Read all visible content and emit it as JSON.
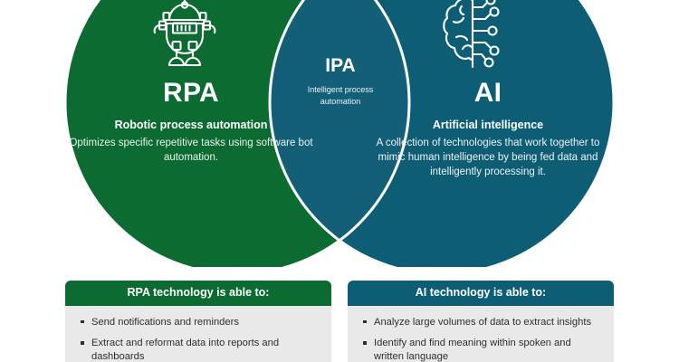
{
  "colors": {
    "rpa_green": "#0b6b31",
    "ai_teal": "#0d5e75",
    "ipa_lens": "#135f78",
    "panel_body_gray": "#e9e9e9",
    "outline_white": "#ffffff",
    "body_text": "#2e2e2e"
  },
  "venn": {
    "left": {
      "acronym": "RPA",
      "expansion": "Robotic process automation",
      "blurb": "Optimizes specific repetitive tasks using software bot automation.",
      "icon": "robot-icon"
    },
    "center": {
      "acronym": "IPA",
      "blurb": "Intelligent process automation"
    },
    "right": {
      "acronym": "AI",
      "expansion": "Artificial intelligence",
      "blurb": "A collection of technologies that work together to mimic human intelligence by being fed data and intelligently processing it.",
      "icon": "brain-circuit-icon"
    }
  },
  "panels": [
    {
      "id": "rpa",
      "header": "RPA technology is able to:",
      "items": [
        "Send notifications and reminders",
        "Extract and reformat data into reports and dashboards"
      ]
    },
    {
      "id": "ai",
      "header": "AI technology is able to:",
      "items": [
        "Analyze large volumes of data to extract insights",
        "Identify and find meaning within spoken and written language"
      ]
    }
  ]
}
